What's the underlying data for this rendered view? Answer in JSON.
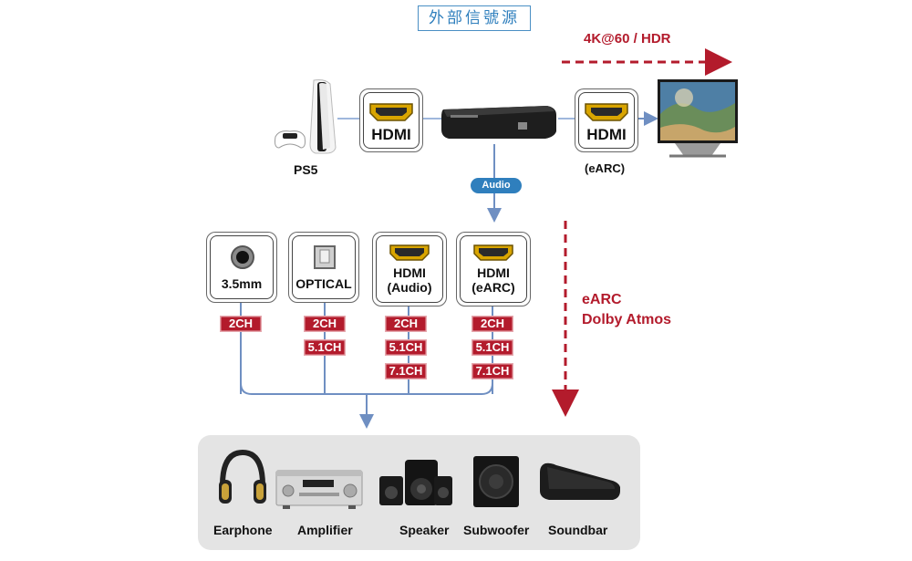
{
  "title": "外部信號源",
  "header_right": "4K@60 / HDR",
  "sources": {
    "ps5_label": "PS5",
    "hdmi_in_label": "HDMI",
    "hdmi_out_label": "HDMI",
    "earc_label": "(eARC)"
  },
  "audio_pill": "Audio",
  "earc_side": {
    "line1": "eARC",
    "line2": "Dolby Atmos"
  },
  "ports": [
    {
      "line1": "3.5mm",
      "line2": "",
      "channels": [
        "2CH"
      ]
    },
    {
      "line1": "OPTICAL",
      "line2": "",
      "channels": [
        "2CH",
        "5.1CH"
      ]
    },
    {
      "line1": "HDMI",
      "line2": "(Audio)",
      "channels": [
        "2CH",
        "5.1CH",
        "7.1CH"
      ]
    },
    {
      "line1": "HDMI",
      "line2": "(eARC)",
      "channels": [
        "2CH",
        "5.1CH",
        "7.1CH"
      ]
    }
  ],
  "devices": [
    "Earphone",
    "Amplifier",
    "Speaker",
    "Subwoofer",
    "Soundbar"
  ],
  "colors": {
    "accent_red": "#b31b2c",
    "accent_blue": "#2f7fbd",
    "line_blue": "#6f8fc2"
  }
}
